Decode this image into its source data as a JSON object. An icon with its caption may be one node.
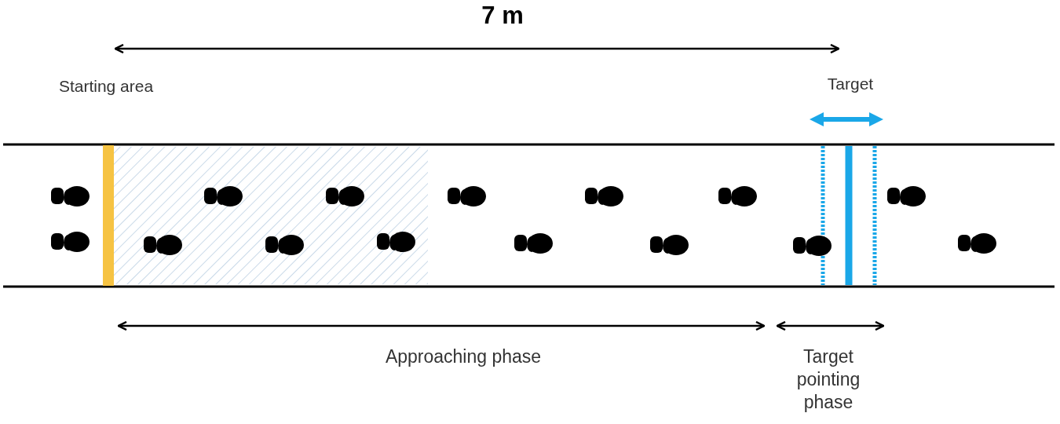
{
  "diagram": {
    "labels": [
      "7 m",
      "Starting area",
      "Target",
      "Approaching phase",
      "Target pointing phase"
    ]
  }
}
